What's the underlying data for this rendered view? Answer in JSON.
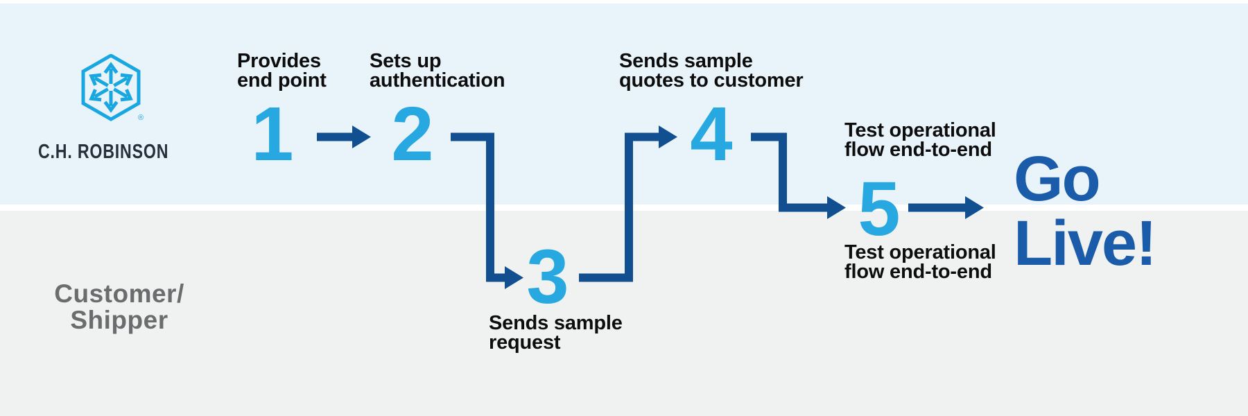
{
  "colors": {
    "lane_top_bg": "#e9f3fa",
    "lane_bottom_bg": "#f0f2f1",
    "divider": "#ffffff",
    "step_number": "#27a8e0",
    "connector": "#124f90",
    "go_live": "#1b5caa",
    "label_text": "#0d0d0d",
    "wordmark": "#25303a",
    "logo": "#18a7e0",
    "customer_text": "#6b6c6e"
  },
  "brand": {
    "wordmark": "C.H. ROBINSON",
    "registered_mark": "®"
  },
  "lanes": {
    "bottom_label_line1": "Customer/",
    "bottom_label_line2": "Shipper"
  },
  "steps": [
    {
      "number": "1",
      "label_line1": "Provides",
      "label_line2": "end point"
    },
    {
      "number": "2",
      "label_line1": "Sets up",
      "label_line2": "authentication"
    },
    {
      "number": "3",
      "label_line1": "Sends sample",
      "label_line2": "request"
    },
    {
      "number": "4",
      "label_line1": "Sends sample",
      "label_line2": "quotes to customer"
    },
    {
      "number": "5",
      "label_top_line1": "Test operational",
      "label_top_line2": "flow end-to-end",
      "label_bottom_line1": "Test operational",
      "label_bottom_line2": "flow end-to-end"
    }
  ],
  "outcome": {
    "line1": "Go",
    "line2": "Live!"
  }
}
